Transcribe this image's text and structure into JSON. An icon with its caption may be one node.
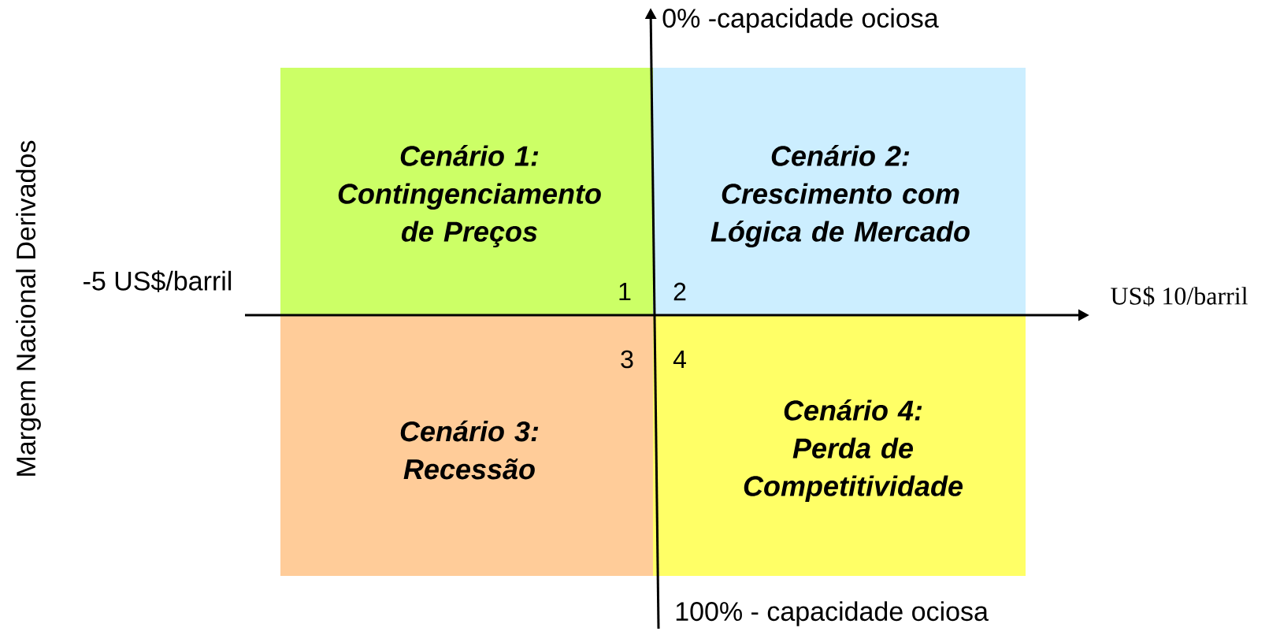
{
  "diagram": {
    "nodes": [
      {
        "text": [
          "Cenário 1:",
          "Contingenciamento de Preços"
        ]
      },
      {
        "text": [
          "Cenário 2:",
          "Crescimento com Lógica de Mercado"
        ]
      },
      {
        "text": [
          "Cenário 3:",
          "Recessão"
        ]
      },
      {
        "text": [
          "Cenário 4:",
          "Perda de Competitividade"
        ]
      }
    ],
    "labels": [
      "0% -capacidade ociosa",
      "Margem Nacional Derivados",
      "-5 US$/barril",
      "1",
      "2",
      "US$ 10/barril",
      "3",
      "4",
      "100% - capacidade ociosa"
    ]
  }
}
